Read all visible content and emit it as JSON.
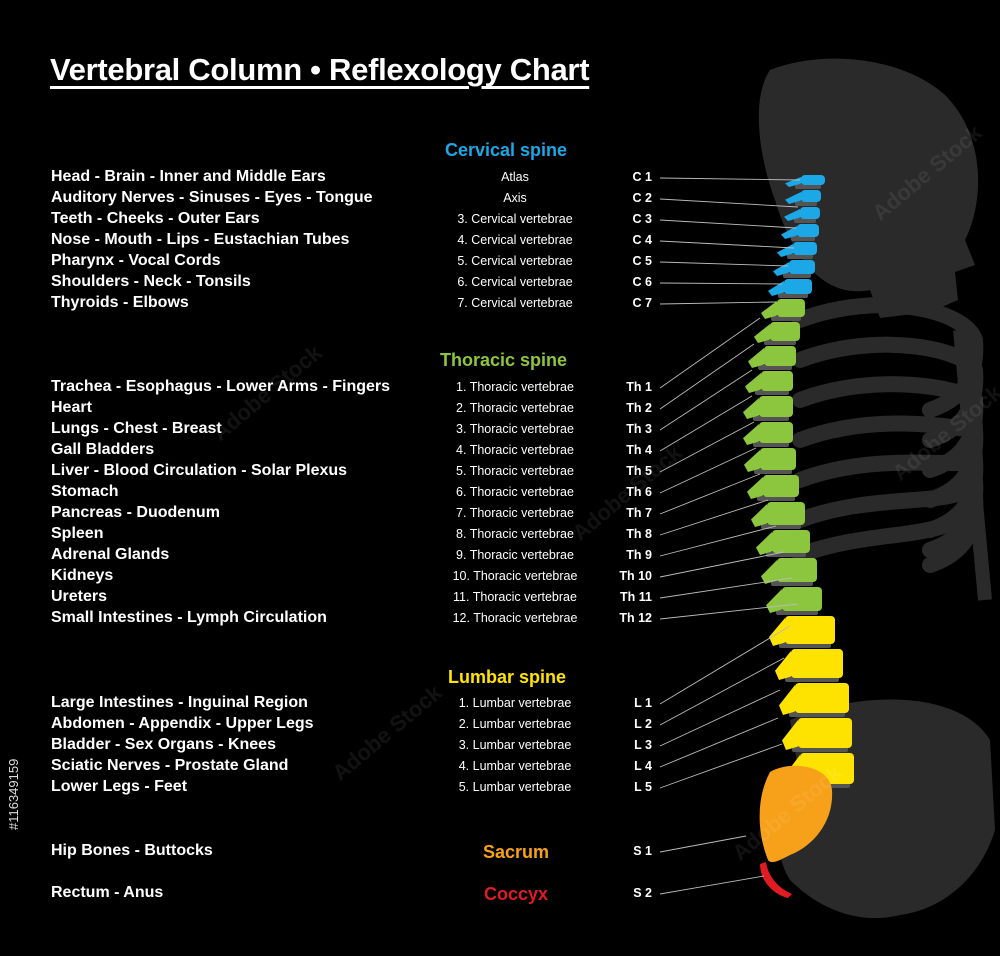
{
  "title": "Vertebral Column • Reflexology Chart",
  "sections": {
    "cervical": {
      "label": "Cervical spine",
      "color": "#1ca8e6"
    },
    "thoracic": {
      "label": "Thoracic spine",
      "color": "#8cc63e"
    },
    "lumbar": {
      "label": "Lumbar spine",
      "color": "#ffe300"
    },
    "sacrum": {
      "label": "Sacrum",
      "color": "#f7a11a"
    },
    "coccyx": {
      "label": "Coccyx",
      "color": "#e11b22"
    }
  },
  "rows": [
    {
      "organ": "Head - Brain - Inner and Middle Ears",
      "vertebra": "Atlas",
      "code": "C 1"
    },
    {
      "organ": "Auditory Nerves - Sinuses - Eyes - Tongue",
      "vertebra": "Axis",
      "code": "C 2"
    },
    {
      "organ": "Teeth - Cheeks - Outer Ears",
      "vertebra": "3. Cervical vertebrae",
      "code": "C 3"
    },
    {
      "organ": "Nose - Mouth - Lips - Eustachian Tubes",
      "vertebra": "4. Cervical vertebrae",
      "code": "C 4"
    },
    {
      "organ": "Pharynx - Vocal Cords",
      "vertebra": "5. Cervical vertebrae",
      "code": "C 5"
    },
    {
      "organ": "Shoulders - Neck - Tonsils",
      "vertebra": "6. Cervical vertebrae",
      "code": "C 6"
    },
    {
      "organ": "Thyroids - Elbows",
      "vertebra": "7. Cervical vertebrae",
      "code": "C 7"
    },
    {
      "organ": "Trachea - Esophagus - Lower Arms - Fingers",
      "vertebra": "1. Thoracic vertebrae",
      "code": "Th 1"
    },
    {
      "organ": "Heart",
      "vertebra": "2. Thoracic vertebrae",
      "code": "Th 2"
    },
    {
      "organ": "Lungs - Chest - Breast",
      "vertebra": "3. Thoracic vertebrae",
      "code": "Th 3"
    },
    {
      "organ": "Gall Bladders",
      "vertebra": "4. Thoracic vertebrae",
      "code": "Th 4"
    },
    {
      "organ": "Liver - Blood Circulation - Solar Plexus",
      "vertebra": "5. Thoracic vertebrae",
      "code": "Th 5"
    },
    {
      "organ": "Stomach",
      "vertebra": "6. Thoracic vertebrae",
      "code": "Th 6"
    },
    {
      "organ": "Pancreas - Duodenum",
      "vertebra": "7. Thoracic vertebrae",
      "code": "Th 7"
    },
    {
      "organ": "Spleen",
      "vertebra": "8. Thoracic vertebrae",
      "code": "Th 8"
    },
    {
      "organ": "Adrenal Glands",
      "vertebra": "9. Thoracic vertebrae",
      "code": "Th 9"
    },
    {
      "organ": "Kidneys",
      "vertebra": "10. Thoracic vertebrae",
      "code": "Th 10"
    },
    {
      "organ": "Ureters",
      "vertebra": "11. Thoracic vertebrae",
      "code": "Th 11"
    },
    {
      "organ": "Small Intestines - Lymph Circulation",
      "vertebra": "12. Thoracic vertebrae",
      "code": "Th 12"
    },
    {
      "organ": "Large Intestines - Inguinal Region",
      "vertebra": "1. Lumbar vertebrae",
      "code": "L 1"
    },
    {
      "organ": "Abdomen - Appendix - Upper Legs",
      "vertebra": "2. Lumbar vertebrae",
      "code": "L 2"
    },
    {
      "organ": "Bladder - Sex Organs - Knees",
      "vertebra": "3. Lumbar vertebrae",
      "code": "L 3"
    },
    {
      "organ": "Sciatic Nerves - Prostate Gland",
      "vertebra": "4. Lumbar vertebrae",
      "code": "L 4"
    },
    {
      "organ": "Lower Legs - Feet",
      "vertebra": "5. Lumbar vertebrae",
      "code": "L 5"
    },
    {
      "organ": "Hip Bones - Buttocks",
      "vertebra": "",
      "code": "S 1"
    },
    {
      "organ": "Rectum - Anus",
      "vertebra": "",
      "code": "S 2"
    }
  ],
  "side_id": "#116349159",
  "watermark": "Adobe Stock",
  "silhouette_color": "#2a2a2a"
}
